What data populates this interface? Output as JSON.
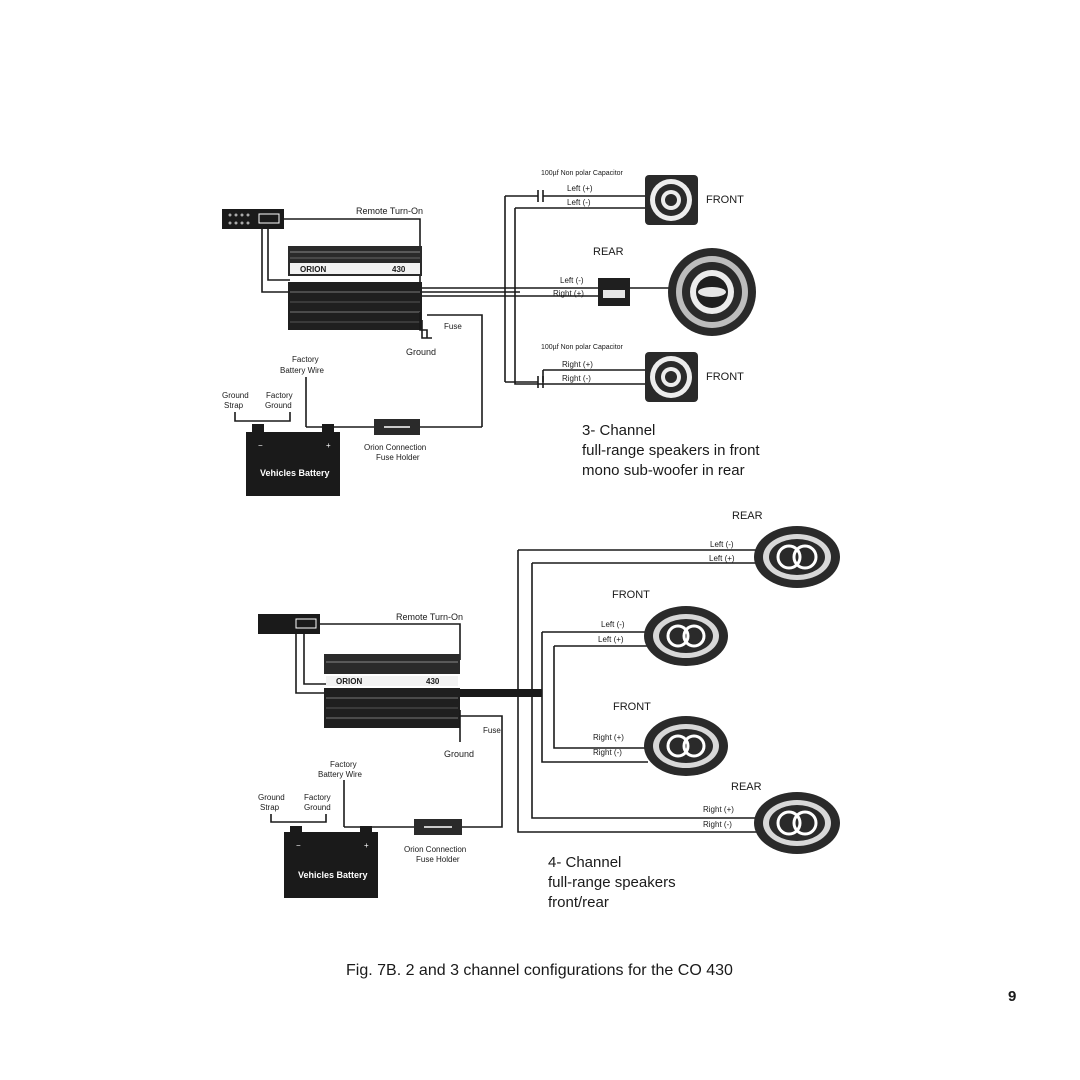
{
  "top": {
    "remote": "Remote Turn-On",
    "capacitor_top": "100µf Non polar Capacitor",
    "left_pos": "Left (+)",
    "left_neg": "Left (-)",
    "front_top": "FRONT",
    "rear": "REAR",
    "rear_left_neg": "Left (-)",
    "rear_right_pos": "Right (+)",
    "fuse": "Fuse",
    "ground": "Ground",
    "capacitor_bottom": "100µf Non polar Capacitor",
    "right_pos": "Right (+)",
    "right_neg": "Right (-)",
    "front_bottom": "FRONT",
    "factory_battery_wire_1": "Factory",
    "factory_battery_wire_2": "Battery Wire",
    "ground_strap_1": "Ground",
    "ground_strap_2": "Strap",
    "factory_ground_1": "Factory",
    "factory_ground_2": "Ground",
    "battery": "Vehicles Battery",
    "fuse_holder_1": "Orion Connection",
    "fuse_holder_2": "Fuse Holder",
    "caption_1": "3- Channel",
    "caption_2": "full-range speakers in front",
    "caption_3": "mono sub-woofer in rear",
    "amp_brand": "ORION",
    "amp_model": "430"
  },
  "bottom": {
    "rear_top": "REAR",
    "rear_left_neg": "Left (-)",
    "rear_left_pos": "Left (+)",
    "front_top": "FRONT",
    "front_left_neg": "Left (-)",
    "front_left_pos": "Left (+)",
    "remote": "Remote Turn-On",
    "fuse": "Fuse",
    "ground": "Ground",
    "front_bottom": "FRONT",
    "front_right_pos": "Right (+)",
    "front_right_neg": "Right (-)",
    "rear_bottom": "REAR",
    "rear_right_pos": "Right (+)",
    "rear_right_neg": "Right (-)",
    "factory_battery_wire_1": "Factory",
    "factory_battery_wire_2": "Battery Wire",
    "ground_strap_1": "Ground",
    "ground_strap_2": "Strap",
    "factory_ground_1": "Factory",
    "factory_ground_2": "Ground",
    "battery": "Vehicles Battery",
    "fuse_holder_1": "Orion Connection",
    "fuse_holder_2": "Fuse Holder",
    "caption_1": "4- Channel",
    "caption_2": "full-range speakers",
    "caption_3": "front/rear",
    "amp_brand": "ORION",
    "amp_model": "430"
  },
  "figure_caption": "Fig. 7B.  2 and 3 channel configurations for the CO 430",
  "page_number": "9"
}
